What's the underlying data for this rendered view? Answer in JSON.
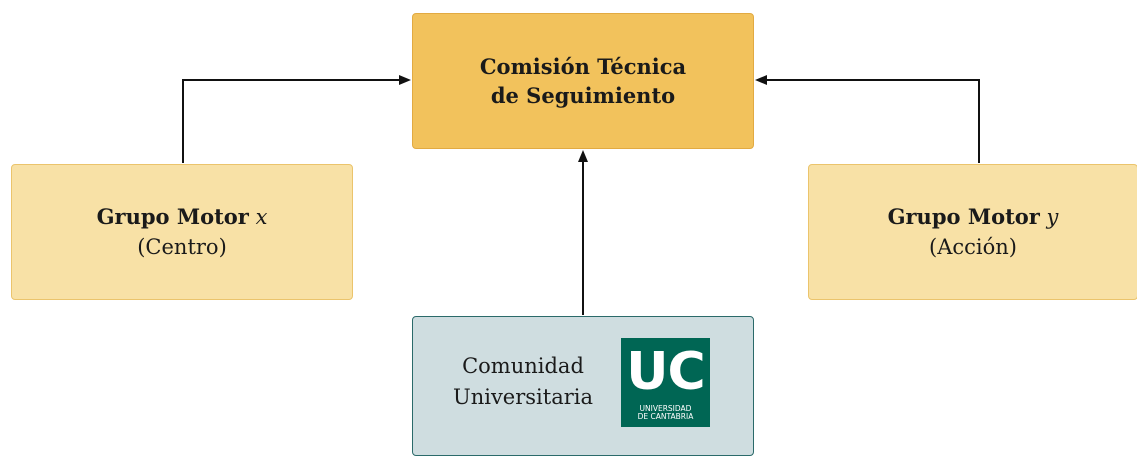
{
  "diagram": {
    "top_node": {
      "line1": "Comisión Técnica",
      "line2": "de Seguimiento"
    },
    "left_node": {
      "title": "Grupo Motor",
      "variable": "x",
      "subtitle": "(Centro)"
    },
    "right_node": {
      "title": "Grupo Motor",
      "variable": "y",
      "subtitle": "(Acción)"
    },
    "bottom_node": {
      "line1": "Comunidad",
      "line2": "Universitaria",
      "logo": {
        "letters": "UC",
        "line1": "UNIVERSIDAD",
        "line2": "DE CANTABRIA"
      }
    },
    "colors": {
      "top_fill": "#f2c25c",
      "side_fill": "#f8e1a6",
      "bottom_fill": "#cfdde0",
      "bottom_border": "#2b6a6a",
      "logo_green": "#006654"
    }
  }
}
